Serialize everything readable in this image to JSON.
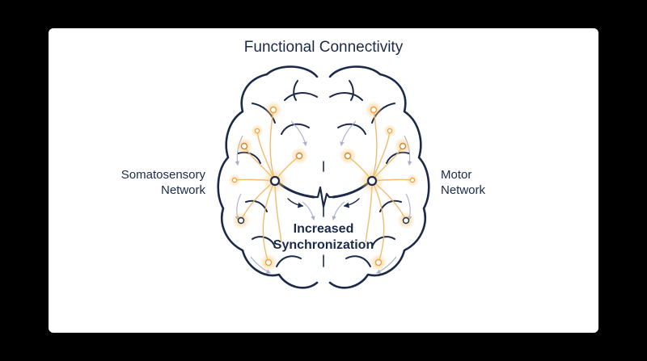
{
  "title": "Functional Connectivity",
  "left_network": {
    "line1": "Somatosensory",
    "line2": "Network"
  },
  "right_network": {
    "line1": "Motor",
    "line2": "Network"
  },
  "center": {
    "line1": "Increased",
    "line2": "Synchronization"
  },
  "colors": {
    "outline": "#1c2a4a",
    "node": "#e6a24a",
    "glow": "#f7c878",
    "arrow": "#a9b0c8"
  }
}
